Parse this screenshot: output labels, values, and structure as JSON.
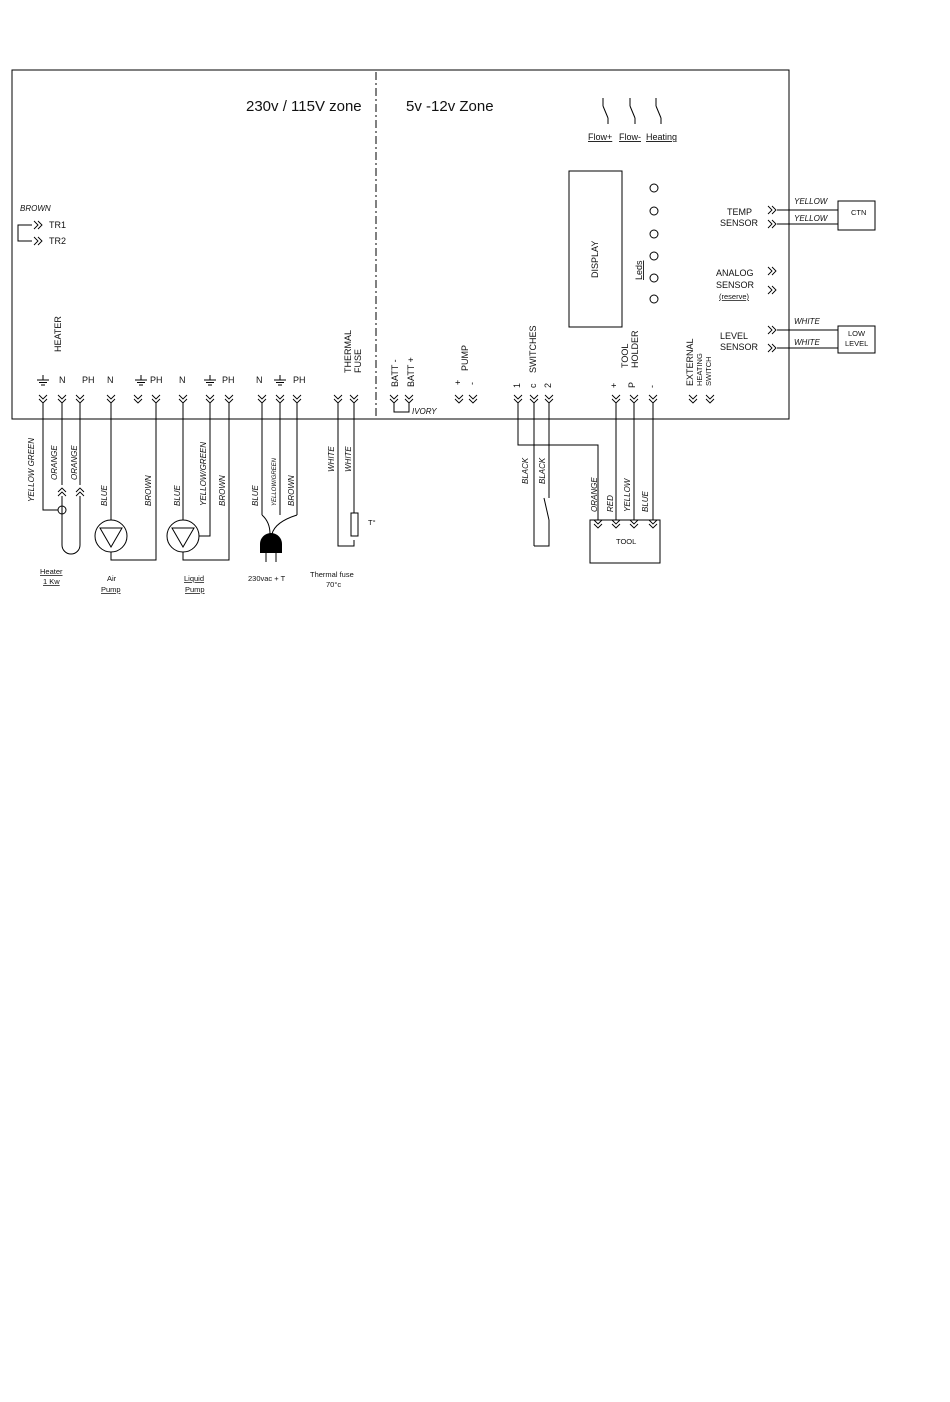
{
  "zones": {
    "high_voltage": "230v / 115V zone",
    "low_voltage": "5v -12v Zone"
  },
  "switch_labels": [
    "Flow+",
    "Flow-",
    "Heating"
  ],
  "display_label": "DISPLAY",
  "leds_label": "Leds",
  "transformer": {
    "wire": "BROWN",
    "tr1": "TR1",
    "tr2": "TR2"
  },
  "sensors": {
    "temp_line1": "TEMP",
    "temp_line2": "SENSOR",
    "temp_wire1": "YELLOW",
    "temp_wire2": "YELLOW",
    "temp_device": "CTN",
    "analog_line1": "ANALOG",
    "analog_line2": "SENSOR",
    "analog_note": "(reserve)",
    "level_line1": "LEVEL",
    "level_line2": "SENSOR",
    "level_wire1": "WHITE",
    "level_wire2": "WHITE",
    "level_device_line1": "LOW",
    "level_device_line2": "LEVEL"
  },
  "connector_groups": {
    "heater": "HEATER",
    "thermal_fuse_line1": "THERMAL",
    "thermal_fuse_line2": "FUSE",
    "batt_minus": "BATT -",
    "batt_plus": "BATT +",
    "pump": "PUMP",
    "switches": "SWITCHES",
    "tool_holder_line1": "TOOL",
    "tool_holder_line2": "HOLDER",
    "ext_line1": "EXTERNAL",
    "ext_line2": "HEATING",
    "ext_line3": "SWITCH"
  },
  "terminal_labels": {
    "n": "N",
    "ph": "PH",
    "plus": "+",
    "minus": "-",
    "one": "1",
    "c": "c",
    "two": "2",
    "p": "P",
    "ivory": "IVORY"
  },
  "wires": {
    "yellow_green": "YELLOW GREEN",
    "orange": "ORANGE",
    "blue": "BLUE",
    "brown": "BROWN",
    "yellow_green_2": "YELLOW/GREEN",
    "yellow_green_3": "YELLOW/GREEN",
    "white": "WHITE",
    "black": "BLACK",
    "red": "RED",
    "yellow": "YELLOW"
  },
  "components": {
    "heater_line1": "Heater",
    "heater_line2": "1 Kw",
    "air_pump_line1": "Air",
    "air_pump_line2": "Pump",
    "liquid_pump_line1": "Liquid",
    "liquid_pump_line2": "Pump",
    "mains_plug": "230vac + T",
    "thermal_fuse_line1": "Thermal fuse",
    "thermal_fuse_line2": "70°c",
    "fuse_symbol": "T°",
    "tool": "TOOL"
  }
}
